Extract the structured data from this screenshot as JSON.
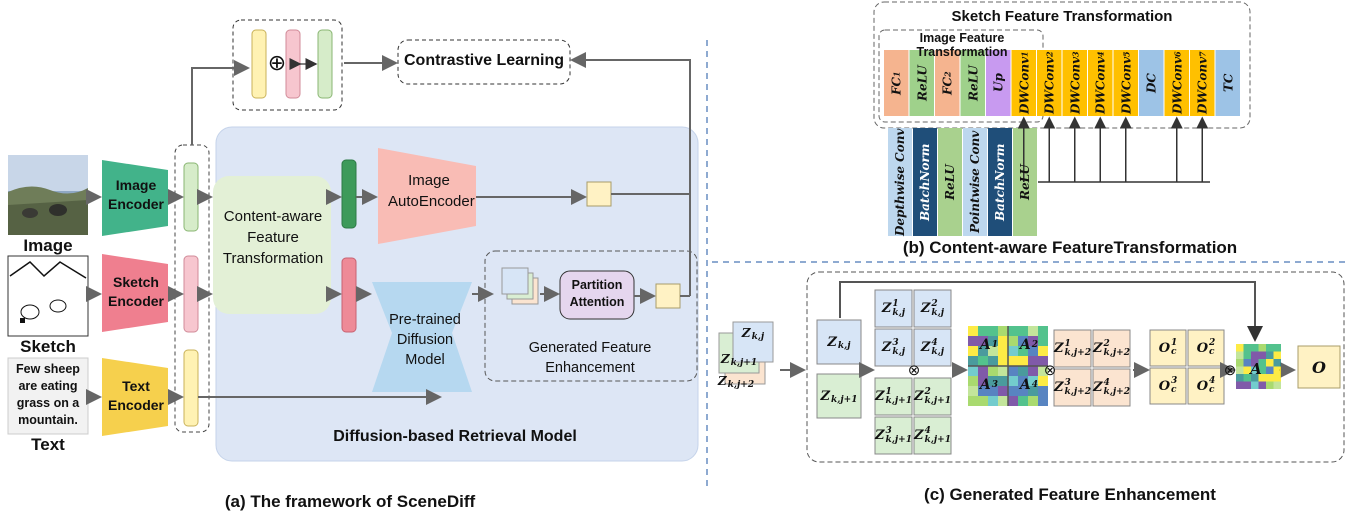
{
  "panel_a": {
    "caption": "(a) The framework of SceneDiff",
    "inputs": {
      "image_label": "Image",
      "sketch_label": "Sketch",
      "text_label": "Text",
      "text_content": "Few sheep are eating grass on a mountain."
    },
    "encoders": {
      "image": "Image Encoder",
      "sketch": "Sketch Encoder",
      "text": "Text Encoder"
    },
    "contrastive": "Contrastive Learning",
    "oplus": "⊕",
    "content_aware": "Content-aware Feature Transformation",
    "image_autoencoder": "Image AutoEncoder",
    "pretrained_diffusion": "Pre-trained Diffusion Model",
    "partition_attention": "Partition Attention",
    "generated_feature": "Generated Feature Enhancement",
    "retrieval_model": "Diffusion-based Retrieval Model"
  },
  "panel_b": {
    "caption": "(b) Content-aware FeatureTransformation",
    "sketch_title": "Sketch Feature Transformation",
    "image_title": "Image Feature Transformation",
    "top_blocks": [
      {
        "label": "FC",
        "sub": "1",
        "color": "#f5b48f"
      },
      {
        "label": "ReLU",
        "sub": "",
        "color": "#9fd18b"
      },
      {
        "label": "FC",
        "sub": "2",
        "color": "#f5b48f"
      },
      {
        "label": "ReLU",
        "sub": "",
        "color": "#9fd18b"
      },
      {
        "label": "Up",
        "sub": "",
        "color": "#c89af0"
      },
      {
        "label": "DWConv",
        "sub": "1",
        "color": "#ffc000"
      },
      {
        "label": "DWConv",
        "sub": "2",
        "color": "#ffc000"
      },
      {
        "label": "DWConv",
        "sub": "3",
        "color": "#ffc000"
      },
      {
        "label": "DWConv",
        "sub": "4",
        "color": "#ffc000"
      },
      {
        "label": "DWConv",
        "sub": "5",
        "color": "#ffc000"
      },
      {
        "label": "DC",
        "sub": "",
        "color": "#9dc3e6"
      },
      {
        "label": "DWConv",
        "sub": "6",
        "color": "#ffc000"
      },
      {
        "label": "DWConv",
        "sub": "7",
        "color": "#ffc000"
      },
      {
        "label": "TC",
        "sub": "",
        "color": "#9dc3e6"
      }
    ],
    "bottom_blocks": [
      {
        "label": "Depthwise Conv",
        "color": "#bdd7ee"
      },
      {
        "label": "BatchNorm",
        "color": "#1f4e79"
      },
      {
        "label": "ReLU",
        "color": "#a9d18e"
      },
      {
        "label": "Pointwise Conv",
        "color": "#bdd7ee"
      },
      {
        "label": "BatchNorm",
        "color": "#1f4e79"
      },
      {
        "label": "ReLU",
        "color": "#a9d18e"
      }
    ]
  },
  "panel_c": {
    "caption": "(c) Generated Feature Enhancement",
    "otimes": "⊗",
    "stack": [
      {
        "base": "Z",
        "sub": "k,j"
      },
      {
        "base": "Z",
        "sub": "k,j+1"
      },
      {
        "base": "Z",
        "sub": "k,j+2"
      }
    ],
    "z_kj": {
      "base": "Z",
      "sub": "k,j"
    },
    "z_kj1": {
      "base": "Z",
      "sub": "k,j+1"
    },
    "grid_kj": [
      {
        "base": "Z",
        "sup": "1",
        "sub": "k,j"
      },
      {
        "base": "Z",
        "sup": "2",
        "sub": "k,j"
      },
      {
        "base": "Z",
        "sup": "3",
        "sub": "k,j"
      },
      {
        "base": "Z",
        "sup": "4",
        "sub": "k,j"
      }
    ],
    "grid_kj1": [
      {
        "base": "Z",
        "sup": "1",
        "sub": "k,j+1"
      },
      {
        "base": "Z",
        "sup": "2",
        "sub": "k,j+1"
      },
      {
        "base": "Z",
        "sup": "3",
        "sub": "k,j+1"
      },
      {
        "base": "Z",
        "sup": "4",
        "sub": "k,j+1"
      }
    ],
    "attention": [
      {
        "base": "A",
        "sup": "1"
      },
      {
        "base": "A",
        "sup": "2"
      },
      {
        "base": "A",
        "sup": "3"
      },
      {
        "base": "A",
        "sup": "4"
      }
    ],
    "grid_kj2": [
      {
        "base": "Z",
        "sup": "1",
        "sub": "k,j+2"
      },
      {
        "base": "Z",
        "sup": "2",
        "sub": "k,j+2"
      },
      {
        "base": "Z",
        "sup": "3",
        "sub": "k,j+2"
      },
      {
        "base": "Z",
        "sup": "4",
        "sub": "k,j+2"
      }
    ],
    "outputs_c": [
      {
        "base": "O",
        "sup": "1",
        "sub": "c"
      },
      {
        "base": "O",
        "sup": "2",
        "sub": "c"
      },
      {
        "base": "O",
        "sup": "3",
        "sub": "c"
      },
      {
        "base": "O",
        "sup": "4",
        "sub": "c"
      }
    ],
    "a_label": "A",
    "o_label": "O"
  }
}
